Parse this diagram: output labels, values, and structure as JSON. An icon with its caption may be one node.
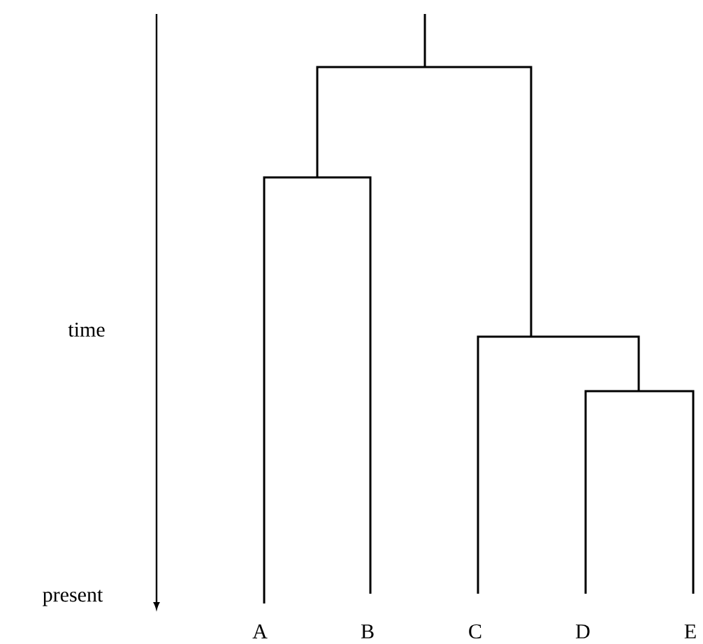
{
  "diagram": {
    "labels": [
      "time",
      "present",
      "A",
      "B",
      "C",
      "D",
      "E"
    ]
  }
}
